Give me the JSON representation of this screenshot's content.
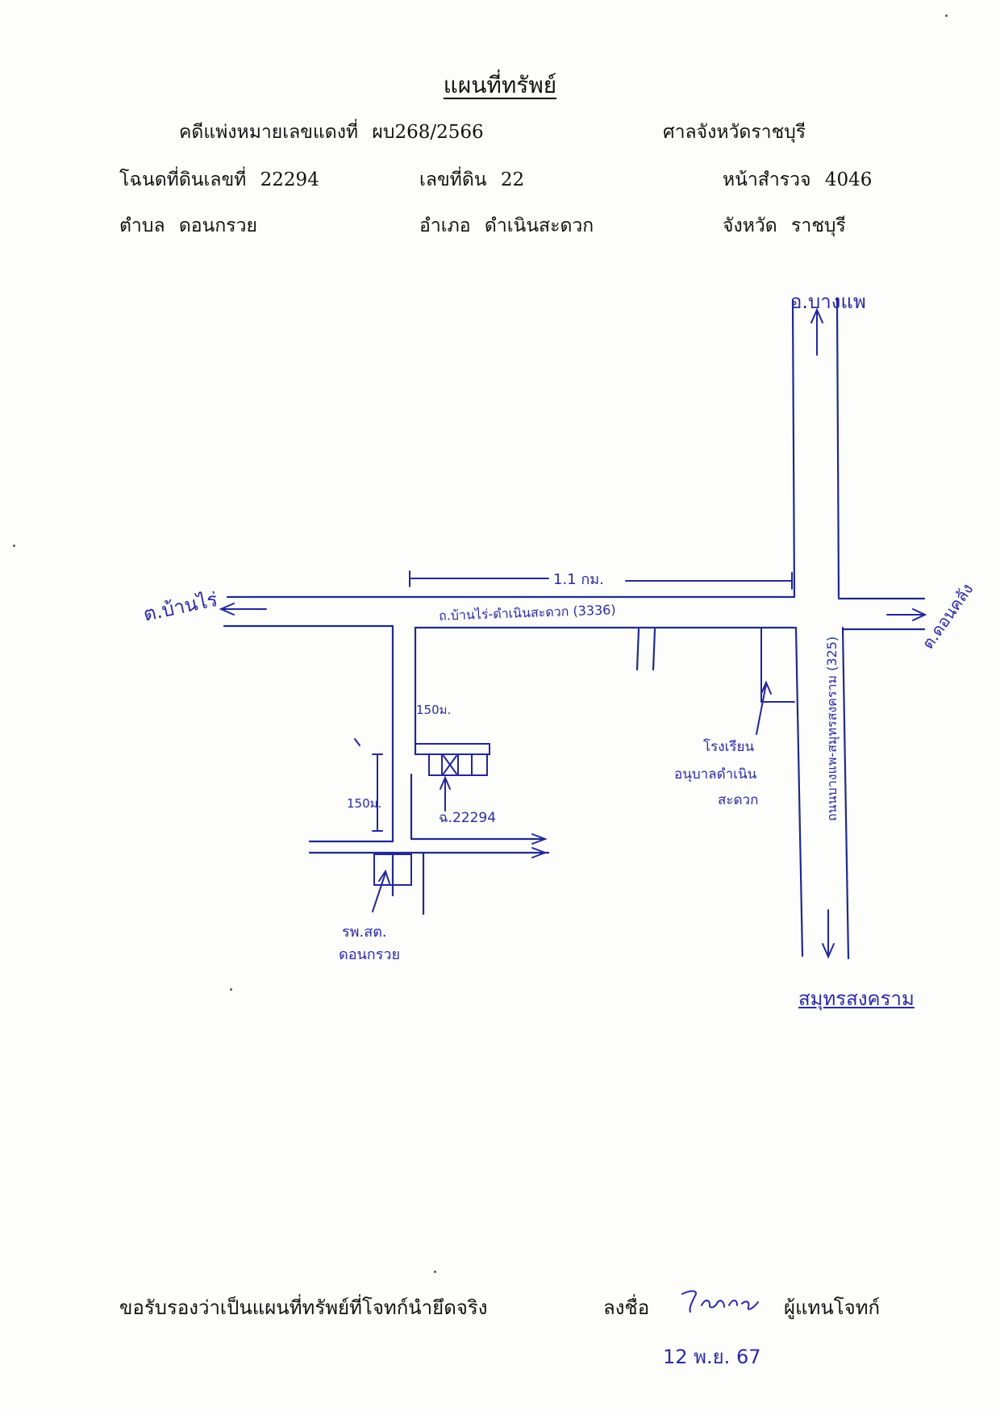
{
  "header": {
    "title": "แผนที่ทรัพย์",
    "case_label": "คดีแพ่งหมายเลขแดงที่",
    "case_number": "ผบ268/2566",
    "court": "ศาลจังหวัดราชบุรี",
    "deed_label": "โฉนดที่ดินเลขที่",
    "deed_number": "22294",
    "land_no_label": "เลขที่ดิน",
    "land_no": "22",
    "survey_label": "หน้าสำรวจ",
    "survey_no": "4046",
    "subdistrict_label": "ตำบล",
    "subdistrict": "ดอนกรวย",
    "district_label": "อำเภอ",
    "district": "ดำเนินสะดวก",
    "province_label": "จังหวัด",
    "province": "ราชบุรี"
  },
  "map": {
    "north_label": "อ.บางแพ",
    "west_label": "ต.บ้านไร่",
    "east_label": "ต.ดอนคลัง",
    "south_label": "สมุทรสงคราม",
    "distance_label": "1.1 กม.",
    "road_label": "ถ.บ้านไร่-ดำเนินสะดวก (3336)",
    "highway_label": "ถนนบางแพ-สมุทรสงคราม (325)",
    "distance_150_upper": "150ม.",
    "distance_150_lower": "150ม.",
    "deed_marker": "ฉ.22294",
    "hospital_line1": "รพ.สต.",
    "hospital_line2": "ดอนกรวย",
    "school_line1": "โรงเรียน",
    "school_line2": "อนุบาลดำเนิน",
    "school_line3": "สะดวก"
  },
  "footer": {
    "certify_text": "ขอรับรองว่าเป็นแผนที่ทรัพย์ที่โจทก์นำยึดจริง",
    "sign_label": "ลงชื่อ",
    "signer_role": "ผู้แทนโจทก์",
    "date": "12 พ.ย. 67"
  },
  "colors": {
    "ink": "#23279a",
    "paper": "#fdfdfb"
  }
}
